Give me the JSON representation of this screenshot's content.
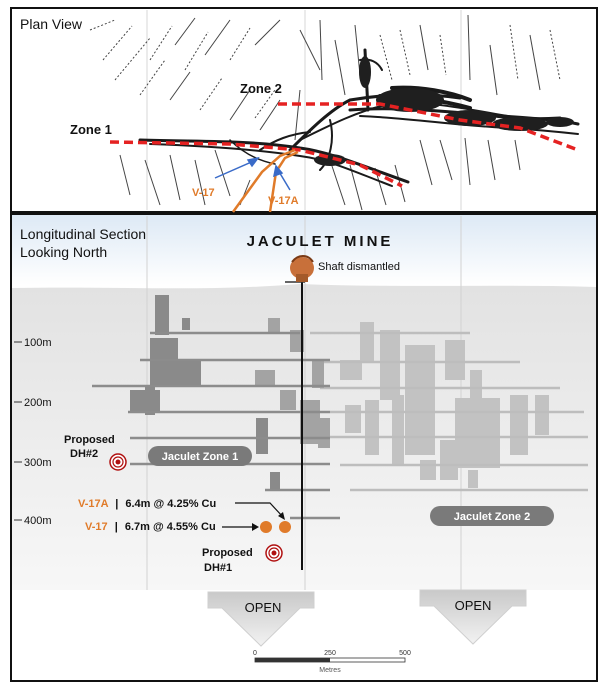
{
  "plan": {
    "title": "Plan View",
    "zone1": "Zone 1",
    "zone2": "Zone 2",
    "v17": "V-17",
    "v17a": "V-17A"
  },
  "section": {
    "title_line1": "Longitudinal Section",
    "title_line2": "Looking North",
    "mine_title": "JACULET MINE",
    "shaft_label": "Shaft dismantled",
    "depths": [
      "100m",
      "200m",
      "300m",
      "400m"
    ],
    "zone1_badge": "Jaculet Zone 1",
    "zone2_badge": "Jaculet Zone 2",
    "proposed1": {
      "line1": "Proposed",
      "line2": "DH#1"
    },
    "proposed2": {
      "line1": "Proposed",
      "line2": "DH#2"
    },
    "intercepts": [
      {
        "hole": "V-17A",
        "sep": "|",
        "result": "6.4m @ 4.25% Cu"
      },
      {
        "hole": "V-17",
        "sep": "|",
        "result": "6.7m @ 4.55% Cu"
      }
    ],
    "open_left": "OPEN",
    "open_right": "OPEN",
    "scale": {
      "ticks": [
        "0",
        "250",
        "500"
      ],
      "unit": "Metres"
    }
  },
  "colors": {
    "accent_orange": "#e07b2a",
    "zone_red": "#e52222",
    "badge_grey": "#777777",
    "target_red": "#b01010"
  }
}
